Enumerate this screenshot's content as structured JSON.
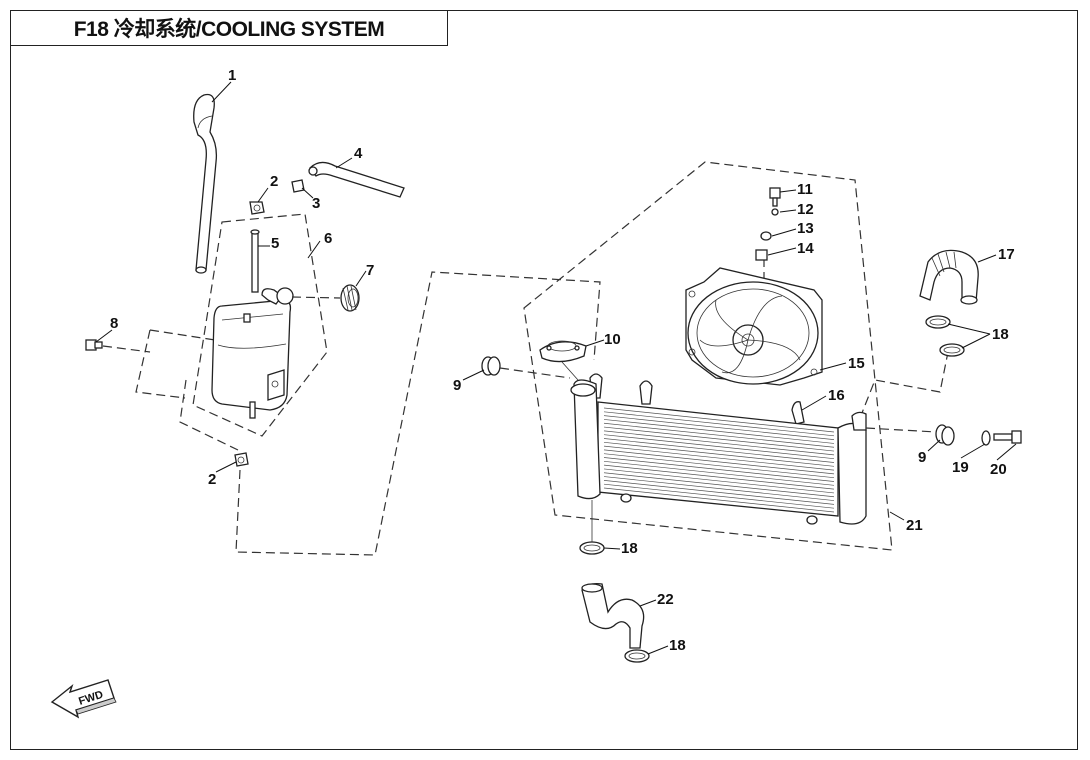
{
  "title": "F18  冷却系统/COOLING SYSTEM",
  "direction_label": "FWD",
  "callouts": {
    "c1": "1",
    "c2a": "2",
    "c2b": "2",
    "c3": "3",
    "c4": "4",
    "c5": "5",
    "c6": "6",
    "c7": "7",
    "c8": "8",
    "c9a": "9",
    "c9b": "9",
    "c10": "10",
    "c11": "11",
    "c12": "12",
    "c13": "13",
    "c14": "14",
    "c15": "15",
    "c16": "16",
    "c17": "17",
    "c18a": "18",
    "c18b": "18",
    "c18c": "18",
    "c19": "19",
    "c20": "20",
    "c21": "21",
    "c22": "22"
  }
}
